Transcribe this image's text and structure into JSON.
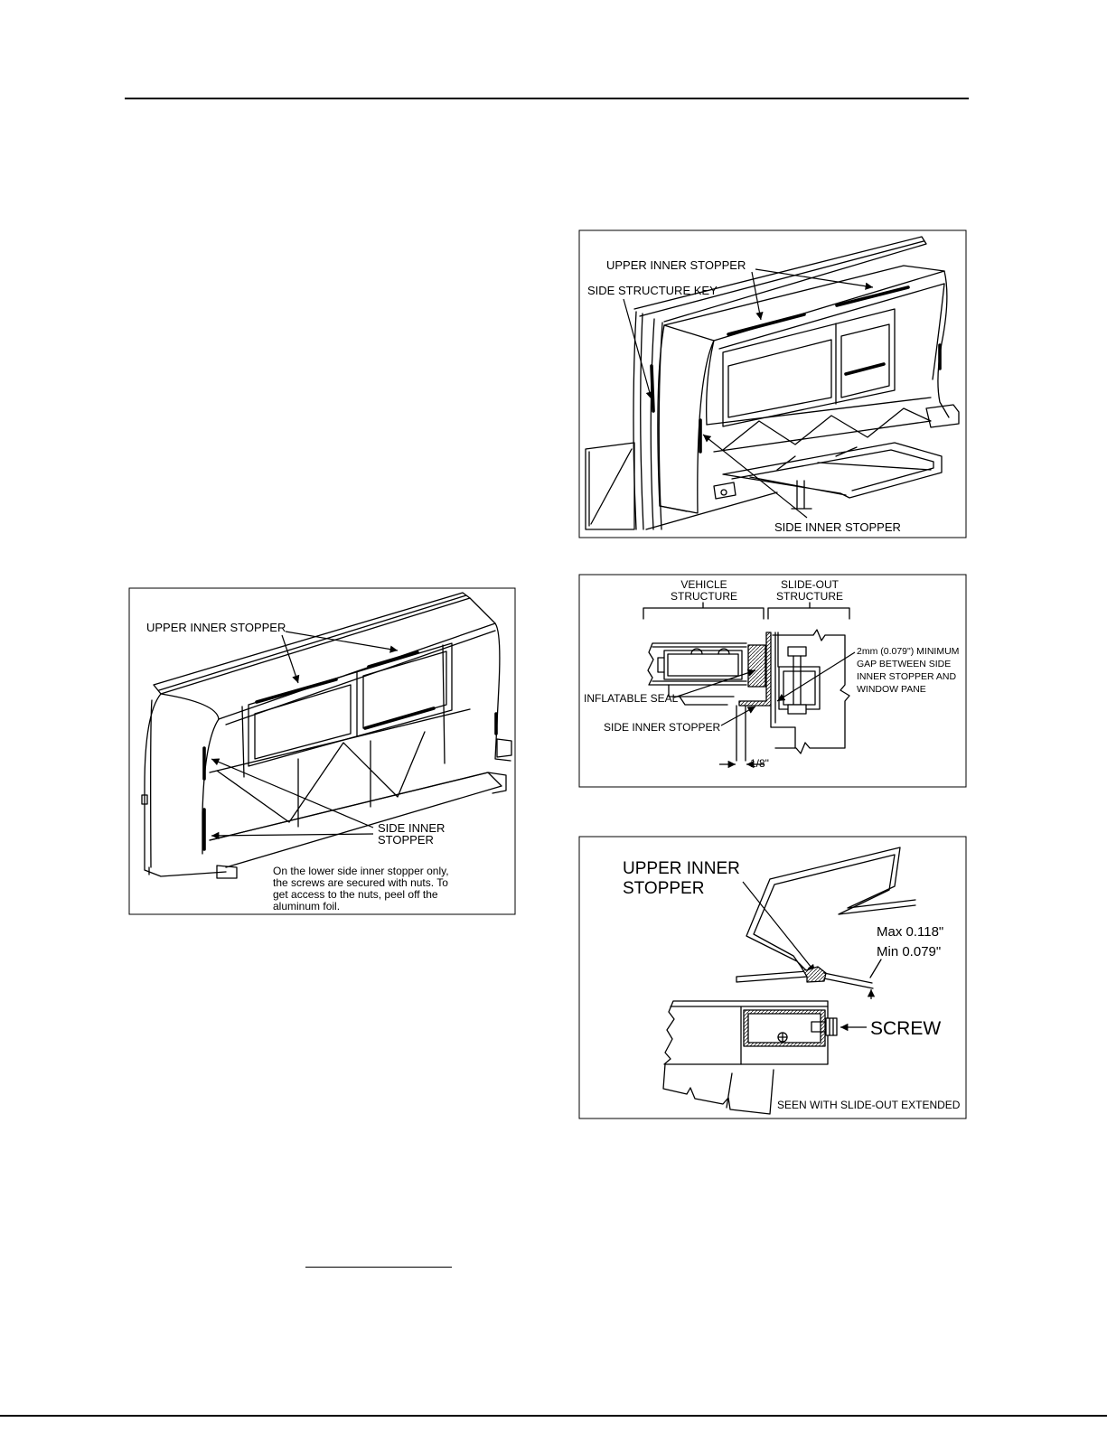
{
  "figures": {
    "slideout_inner": {
      "upper_inner_stopper": "UPPER INNER STOPPER",
      "side_structure_key": "SIDE STRUCTURE KEY",
      "side_inner_stopper": "SIDE INNER STOPPER"
    },
    "slideout_outer": {
      "upper_inner_stopper": "UPPER INNER STOPPER",
      "side_inner_stopper": [
        "SIDE INNER",
        "STOPPER"
      ],
      "note": [
        "On the lower side inner stopper only,",
        "the screws are secured with nuts. To",
        "get access to the nuts, peel off the",
        "aluminum foil."
      ]
    },
    "side_stopper_section": {
      "vehicle_structure": [
        "VEHICLE",
        "STRUCTURE"
      ],
      "slideout_structure": [
        "SLIDE-OUT",
        "STRUCTURE"
      ],
      "gap_note": [
        "2mm (0.079\") MINIMUM",
        "GAP BETWEEN SIDE",
        "INNER STOPPER AND",
        "WINDOW PANE"
      ],
      "inflatable_seal": "INFLATABLE SEAL",
      "side_inner_stopper": "SIDE INNER STOPPER",
      "dimension": "1/8\""
    },
    "upper_stopper_section": {
      "upper_inner_stopper": [
        "UPPER INNER",
        "STOPPER"
      ],
      "max_gap": "Max 0.118\"",
      "min_gap": "Min 0.079\"",
      "screw": "SCREW",
      "view_note": "SEEN WITH SLIDE-OUT EXTENDED"
    }
  }
}
